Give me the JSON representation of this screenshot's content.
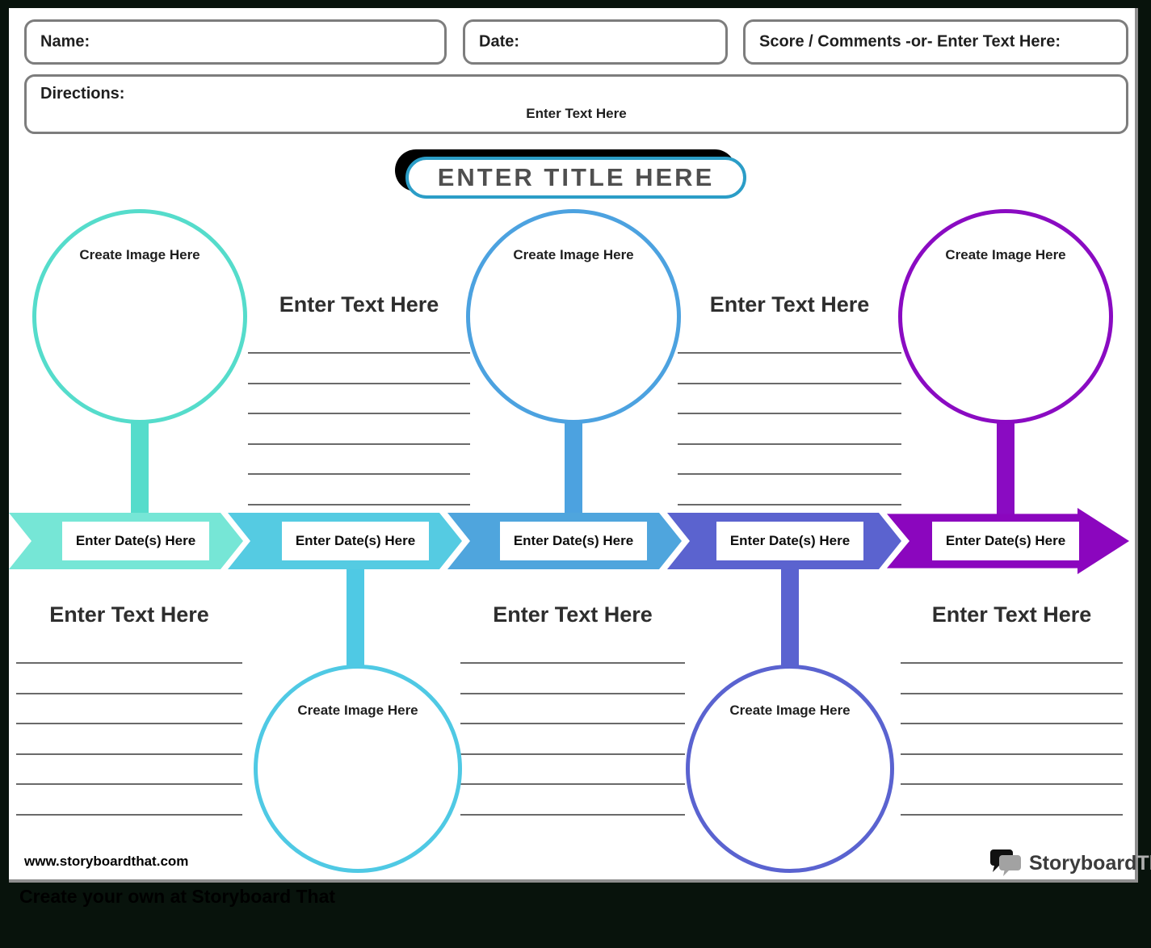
{
  "header": {
    "name_label": "Name:",
    "date_label": "Date:",
    "score_label": "Score / Comments -or- Enter Text Here:",
    "directions_label": "Directions:",
    "directions_text": "Enter Text Here"
  },
  "title": "ENTER TITLE HERE",
  "labels": {
    "enter_text_here": "Enter Text Here",
    "enter_dates_here": "Enter Date(s) Here",
    "create_image_here": "Create Image Here"
  },
  "timeline": {
    "segment_count": 5,
    "segment_colors": [
      "#76E6D6",
      "#55CBE2",
      "#4FA5DD",
      "#5B63CF",
      "#8B06BE"
    ],
    "stem_colors": [
      "#55DCCB",
      "#4FC9E4",
      "#4CA2E0",
      "#5A63D0",
      "#8A0BC2"
    ]
  },
  "circles": {
    "top_colors": [
      "#55DCCB",
      "#4CA2E0",
      "#8A0BC2"
    ],
    "bottom_colors": [
      "#4FC9E4",
      "#5A63D0"
    ]
  },
  "text_columns": {
    "top_count": 2,
    "bottom_count": 3,
    "lines_per_column": 6,
    "line_color": "#6A6A6A"
  },
  "footer": {
    "website": "www.storyboardthat.com",
    "logo_primary": "Storyboard",
    "logo_secondary": "That",
    "tagline": "Create your own at Storyboard That"
  },
  "theme": {
    "canvas_background": "#08130C",
    "title_border": "#2B9DC7",
    "title_shadow": "#000000",
    "field_border": "#7D7D7D",
    "page_edge": "#8F8F8F"
  }
}
